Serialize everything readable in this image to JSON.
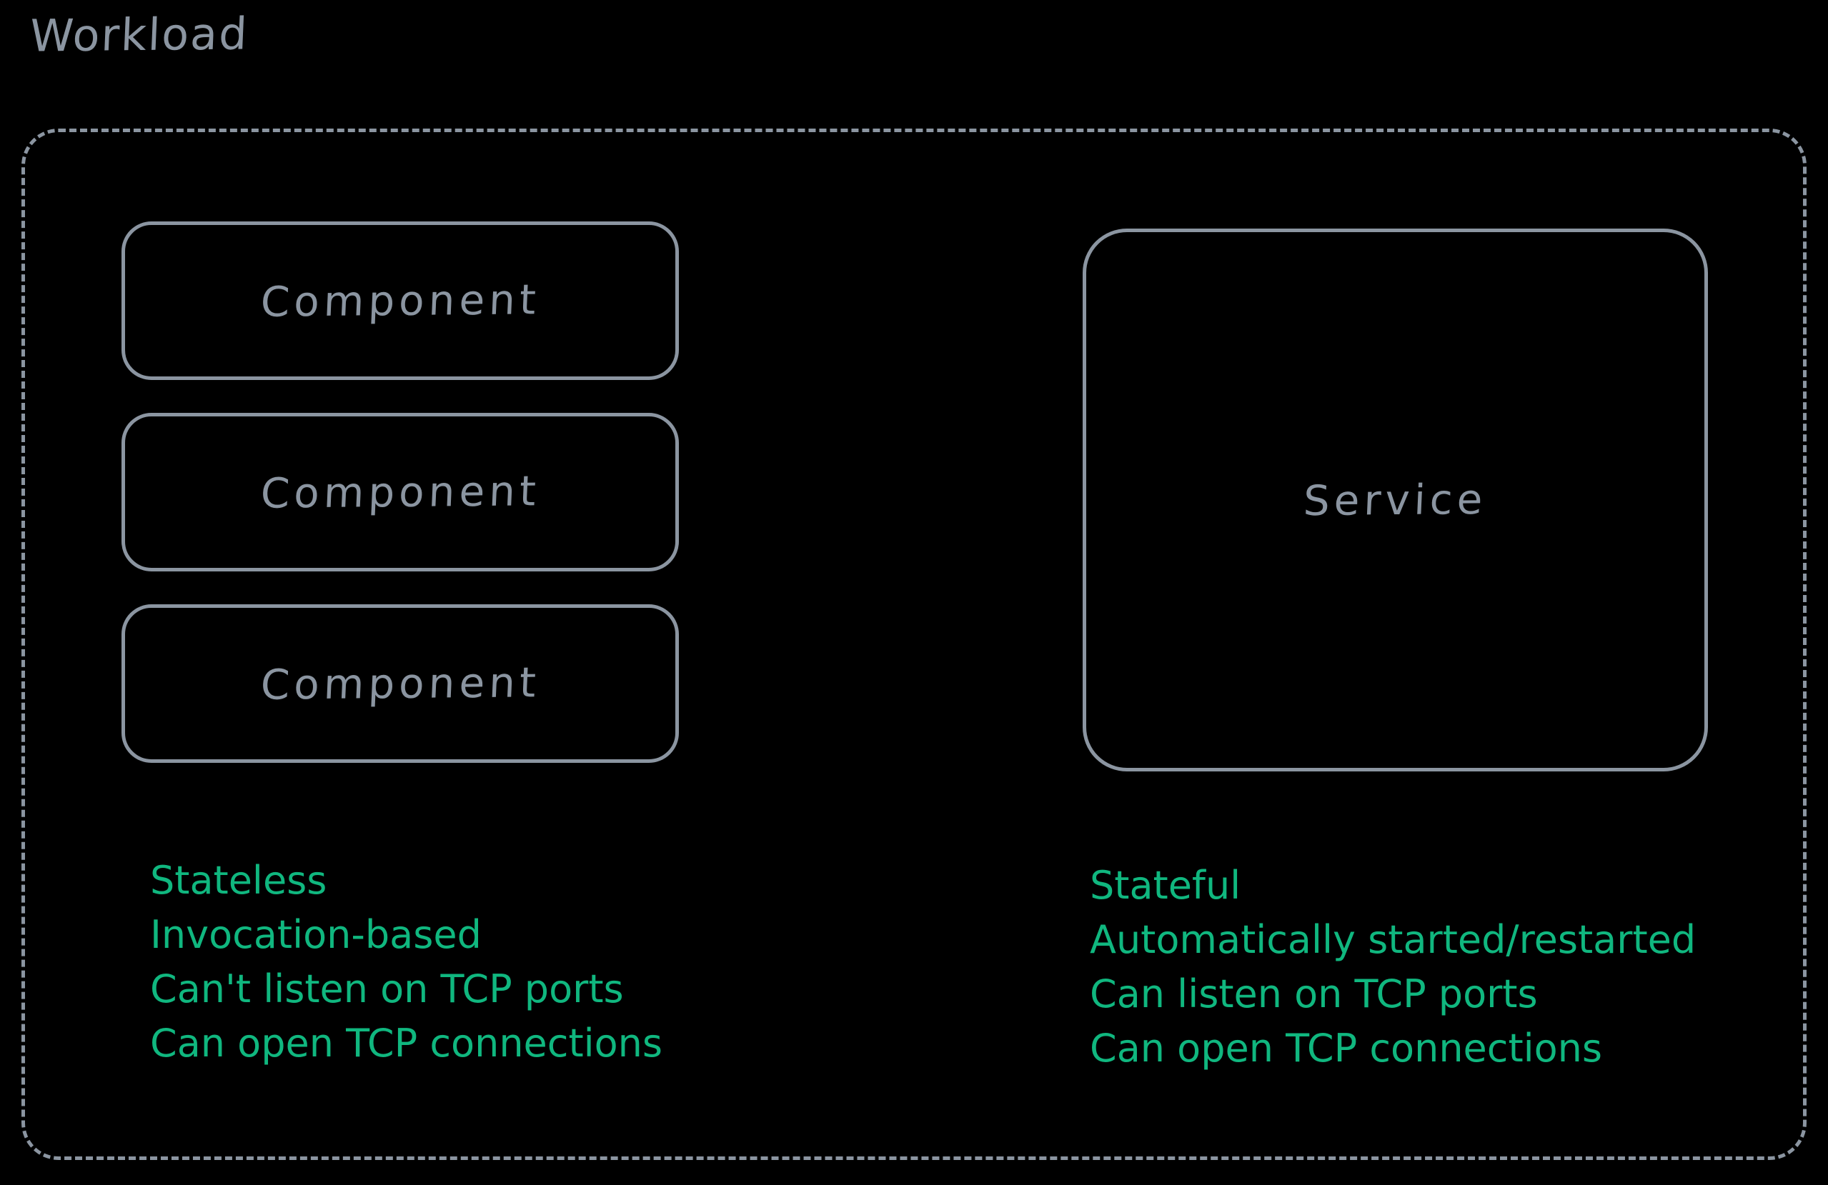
{
  "diagram": {
    "title": "Workload",
    "background_color": "#000000",
    "outline_color": "#8b95a1",
    "accent_color": "#10b77f",
    "frame": {
      "name": "workload-frame",
      "border_style": "dashed"
    },
    "left_column": {
      "nodes": [
        {
          "label": "Component"
        },
        {
          "label": "Component"
        },
        {
          "label": "Component"
        }
      ],
      "notes": [
        "Stateless",
        "Invocation-based",
        "Can't listen on TCP ports",
        "Can open TCP connections"
      ]
    },
    "right_column": {
      "nodes": [
        {
          "label": "Service"
        }
      ],
      "notes": [
        "Stateful",
        "Automatically started/restarted",
        "Can listen on TCP ports",
        "Can open TCP connections"
      ]
    }
  }
}
